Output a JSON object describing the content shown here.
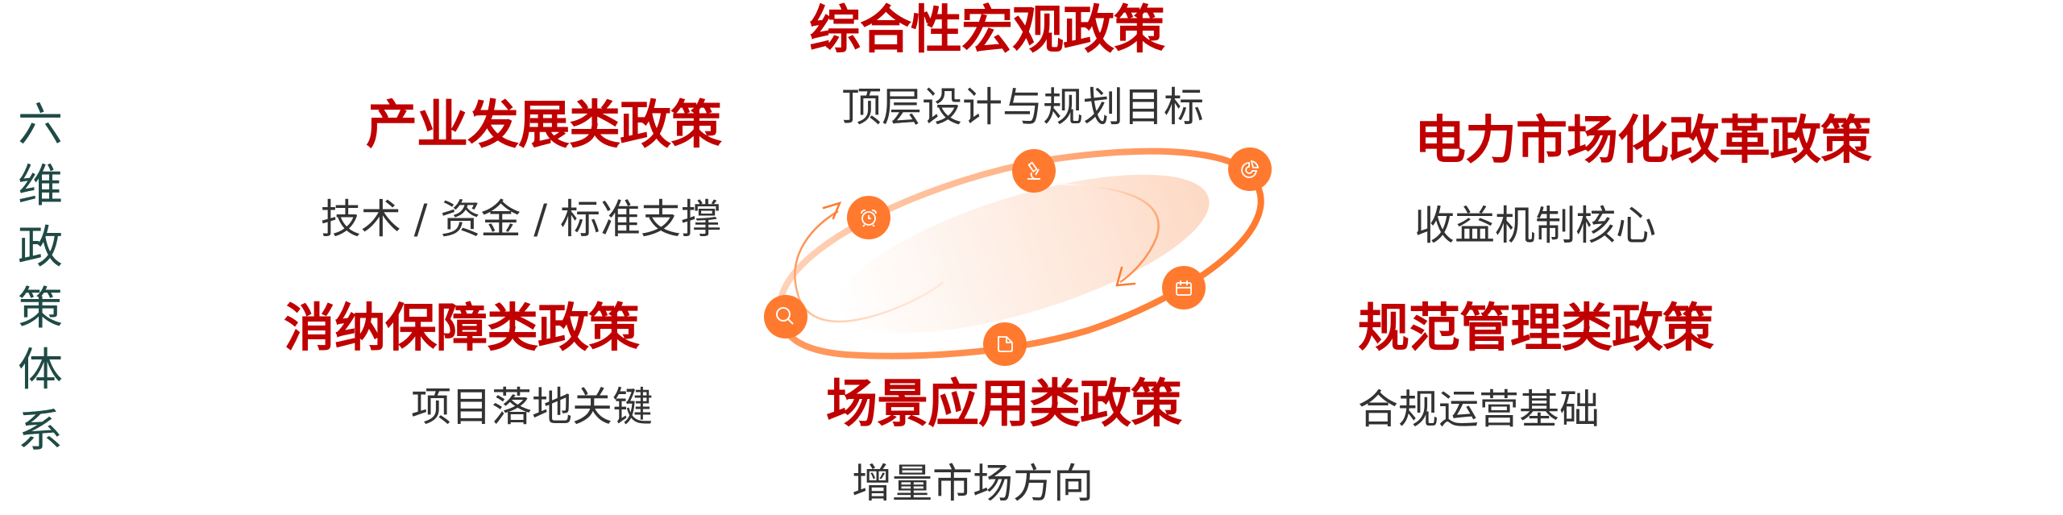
{
  "title": {
    "chars": [
      "六",
      "维",
      "政",
      "策",
      "体",
      "系"
    ],
    "color": "#1f4a45"
  },
  "policies": [
    {
      "name": "综合性宏观政策",
      "desc": "顶层设计与规划目标",
      "position": "top-center"
    },
    {
      "name": "产业发展类政策",
      "desc": "技术 / 资金 / 标准支撑",
      "position": "upper-left"
    },
    {
      "name": "消纳保障类政策",
      "desc": "项目落地关键",
      "position": "lower-left"
    },
    {
      "name": "场景应用类政策",
      "desc": "增量市场方向",
      "position": "bottom-center"
    },
    {
      "name": "电力市场化改革政策",
      "desc": "收益机制核心",
      "position": "upper-right"
    },
    {
      "name": "规范管理类政策",
      "desc": "合规运营基础",
      "position": "lower-right"
    }
  ],
  "orbit": {
    "icons": [
      "search-icon",
      "alarm-clock-icon",
      "microscope-icon",
      "pie-chart-icon",
      "calendar-icon",
      "document-icon"
    ],
    "node_color": "#ff7a2e",
    "ring_color": "#ff8a45"
  },
  "colors": {
    "heading": "#c00000",
    "subtext": "#333333",
    "accent": "#ff7a2e"
  }
}
